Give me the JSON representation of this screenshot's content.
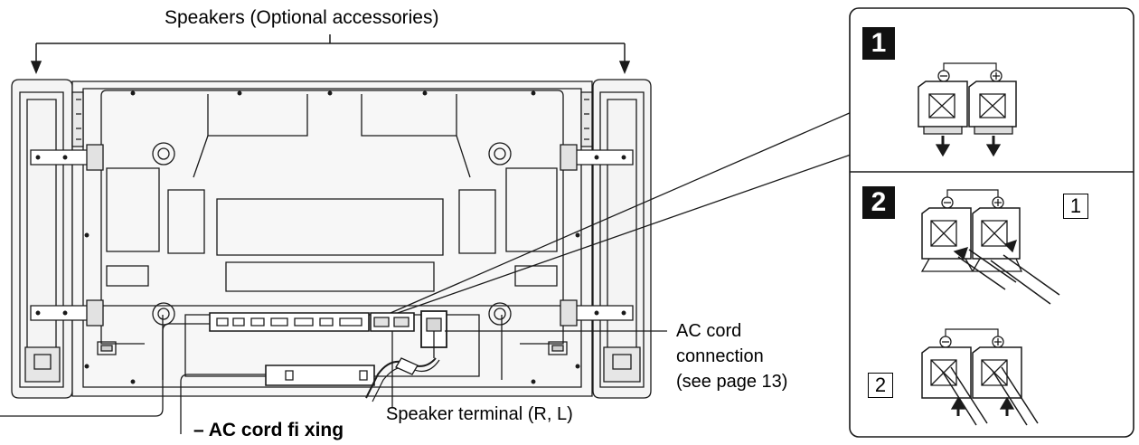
{
  "labels": {
    "speakers": "Speakers (Optional accessories)",
    "ac_cord_line1": "AC cord",
    "ac_cord_line2": "connection",
    "ac_cord_line3": "(see page 13)",
    "speaker_terminal": "Speaker terminal (R, L)",
    "ac_cord_fixing": "– AC cord fi xing"
  },
  "steps": {
    "step1": "1",
    "step2": "2",
    "sub1": "1",
    "sub2": "2"
  }
}
